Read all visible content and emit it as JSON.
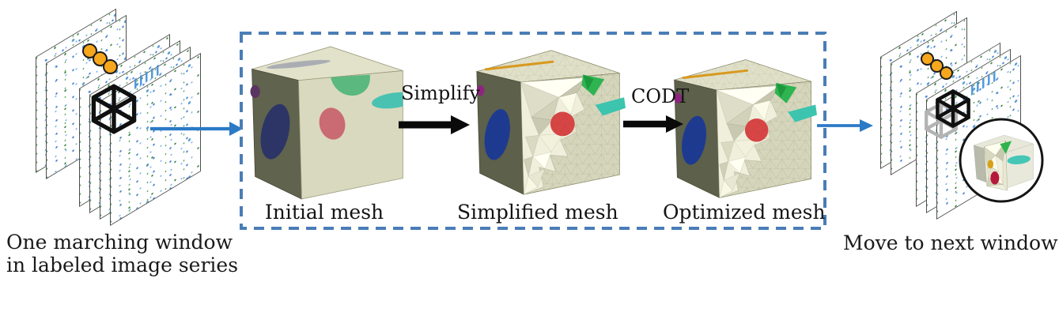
{
  "figure": {
    "left_caption_line1": "One marching window",
    "left_caption_line2": "in labeled image series",
    "right_caption": "Move to next window",
    "box_steps": [
      {
        "label": "Initial mesh"
      },
      {
        "label": "Simplified mesh"
      },
      {
        "label": "Optimized mesh"
      }
    ],
    "transitions": [
      {
        "label": "Simplify"
      },
      {
        "label": "CODT"
      }
    ],
    "icons": {
      "marching_window_icon": "black wireframe cube",
      "previous_window_icon": "gray wireframe cube",
      "series_dots": "three orange ellipsis dots",
      "zoom_inset": "circular magnifier with meshed sub-volume"
    },
    "colors": {
      "flow_arrow_blue": "#2b7ac6",
      "dashed_box_blue": "#4a7db6",
      "process_arrow_black": "#0a0a0a",
      "dot_orange": "#f6a71c",
      "cube_front": "#d6d6bc",
      "cube_top": "#e0e0c9",
      "cube_side": "#5d604a",
      "label_navy": "#1d3a92",
      "label_green": "#2eb450",
      "label_teal": "#3cc4ae",
      "label_red": "#d84545",
      "label_magenta": "#8e2480",
      "label_orange_line": "#d8991e",
      "label_gray_streak": "#a4a9b0"
    }
  }
}
